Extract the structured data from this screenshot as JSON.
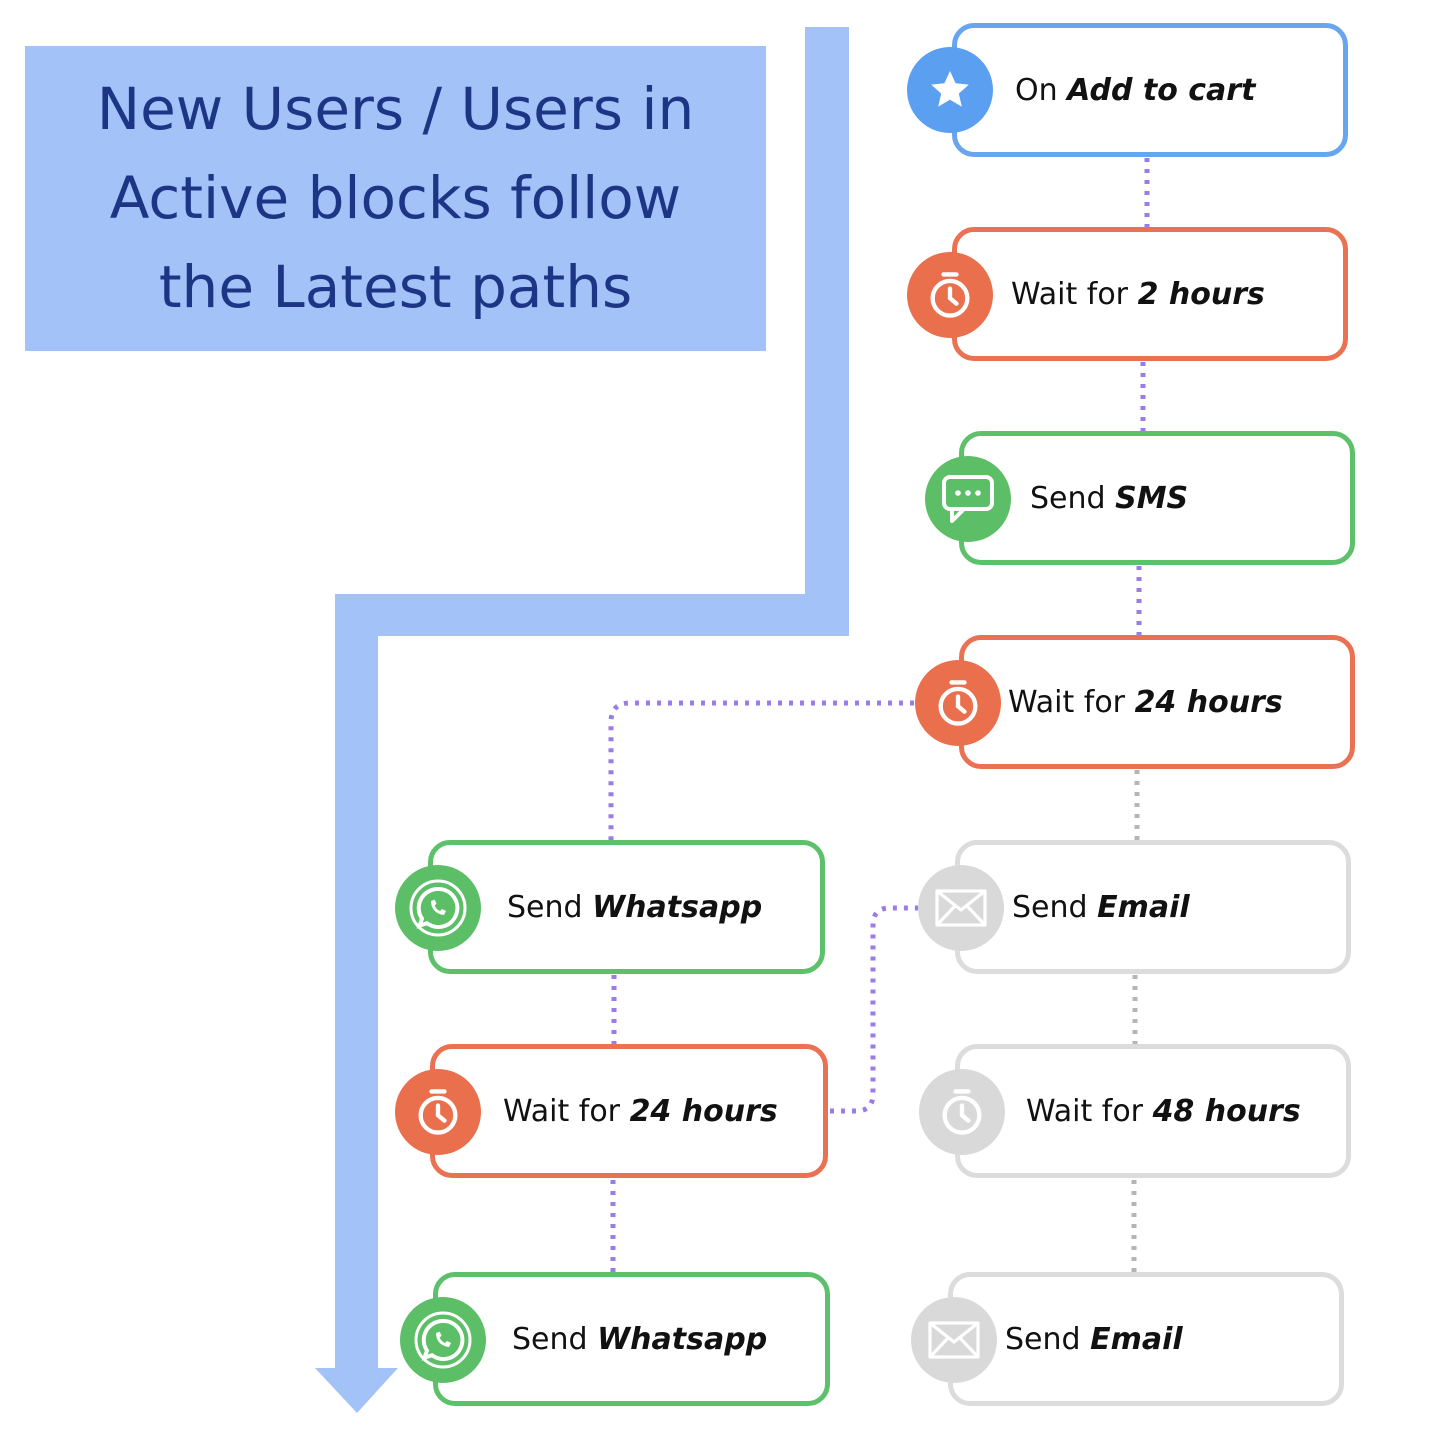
{
  "title": {
    "line1": "New Users / Users in",
    "line2": "Active blocks follow",
    "line3": "the Latest paths"
  },
  "colors": {
    "title_bg": "#a2c2f8",
    "title_text": "#1c3585",
    "trigger": "#5b9ff0",
    "wait": "#ea6f4d",
    "send": "#5cbf68",
    "inactive": "#d9d9d9",
    "active_connector": "#9b7be8",
    "inactive_connector": "#b5b5b5"
  },
  "nodes": {
    "trigger": {
      "prefix": "On ",
      "bold": "Add to cart",
      "icon": "star-icon"
    },
    "wait_2h": {
      "prefix": "Wait for ",
      "bold": "2 hours",
      "icon": "stopwatch-icon"
    },
    "sms": {
      "prefix": "Send ",
      "bold": "SMS",
      "icon": "chat-bubble-icon"
    },
    "wait_24h": {
      "prefix": "Wait for ",
      "bold": "24 hours",
      "icon": "stopwatch-icon"
    },
    "wa_1": {
      "prefix": "Send ",
      "bold": "Whatsapp",
      "icon": "whatsapp-icon"
    },
    "wait_24h_b": {
      "prefix": "Wait for ",
      "bold": "24 hours",
      "icon": "stopwatch-icon"
    },
    "wa_2": {
      "prefix": "Send ",
      "bold": "Whatsapp",
      "icon": "whatsapp-icon"
    },
    "email_1": {
      "prefix": "Send ",
      "bold": "Email",
      "icon": "envelope-icon"
    },
    "wait_48h": {
      "prefix": "Wait for ",
      "bold": "48 hours",
      "icon": "stopwatch-icon"
    },
    "email_2": {
      "prefix": "Send ",
      "bold": "Email",
      "icon": "envelope-icon"
    }
  }
}
